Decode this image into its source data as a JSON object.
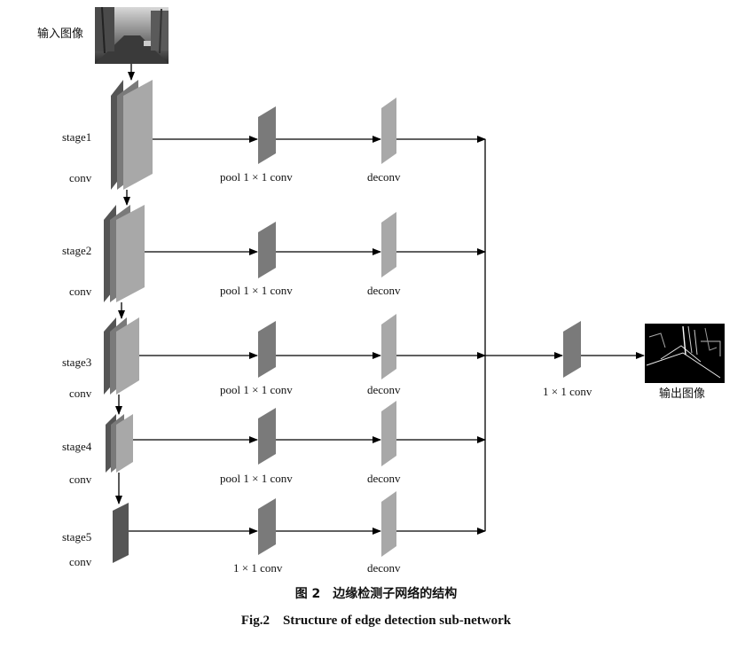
{
  "input_label": "输入图像",
  "output_label": "输出图像",
  "stages": [
    {
      "name": "stage1",
      "conv": "conv",
      "branch1": "pool 1 × 1 conv",
      "branch2": "deconv"
    },
    {
      "name": "stage2",
      "conv": "conv",
      "branch1": "pool 1 × 1 conv",
      "branch2": "deconv"
    },
    {
      "name": "stage3",
      "conv": "conv",
      "branch1": "pool 1 × 1 conv",
      "branch2": "deconv"
    },
    {
      "name": "stage4",
      "conv": "conv",
      "branch1": "pool 1 × 1 conv",
      "branch2": "deconv"
    },
    {
      "name": "stage5",
      "conv": "conv",
      "branch1": "1 × 1 conv",
      "branch2": "deconv"
    }
  ],
  "fusion_label": "1 × 1 conv",
  "caption_cn": "图 2　边缘检测子网络的结构",
  "caption_en": "Fig.2　Structure of edge detection sub-network",
  "colors": {
    "block_dark": "#555555",
    "block_mid": "#7a7a7a",
    "block_light": "#a8a8a8",
    "line": "#000000"
  }
}
